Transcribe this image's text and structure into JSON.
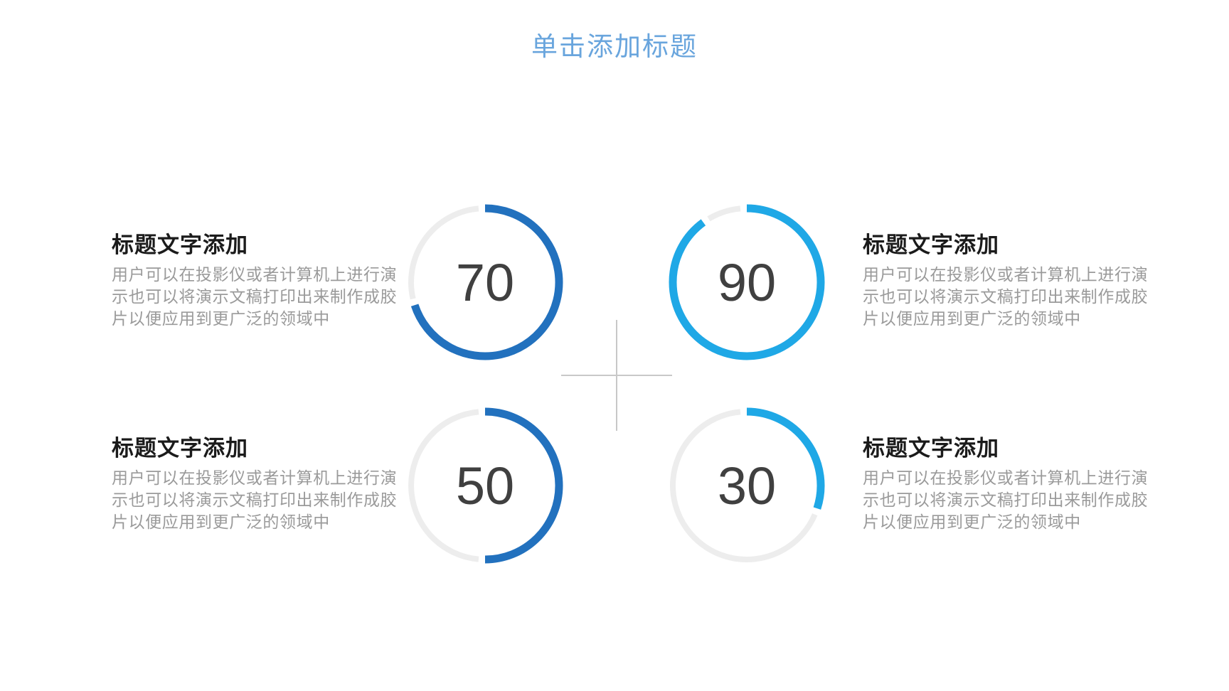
{
  "slide": {
    "title": "单击添加标题"
  },
  "colors": {
    "title_blue": "#69a5dd",
    "dark_blue": "#2271be",
    "cyan": "#1fa8e6",
    "track": "#ededed",
    "number_gray": "#404040",
    "heading_dark": "#1b1b1b",
    "body_gray": "#9a9a9a",
    "cross_gray": "#c8c8c8"
  },
  "ring": {
    "gap_degrees": 5,
    "start_angle": "top",
    "direction": "clockwise"
  },
  "items": [
    {
      "value": 70,
      "ring_color": "dark_blue",
      "heading": "标题文字添加",
      "body_lines": [
        "用户可以在投影仪或者计算机上进行演",
        "示也可以将演示文稿打印出来制作成胶",
        "片以便应用到更广泛的领域中"
      ]
    },
    {
      "value": 90,
      "ring_color": "cyan",
      "heading": "标题文字添加",
      "body_lines": [
        "用户可以在投影仪或者计算机上进行演",
        "示也可以将演示文稿打印出来制作成胶",
        "片以便应用到更广泛的领域中"
      ]
    },
    {
      "value": 50,
      "ring_color": "dark_blue",
      "heading": "标题文字添加",
      "body_lines": [
        "用户可以在投影仪或者计算机上进行演",
        "示也可以将演示文稿打印出来制作成胶",
        "片以便应用到更广泛的领域中"
      ]
    },
    {
      "value": 30,
      "ring_color": "cyan",
      "heading": "标题文字添加",
      "body_lines": [
        "用户可以在投影仪或者计算机上进行演",
        "示也可以将演示文稿打印出来制作成胶",
        "片以便应用到更广泛的领域中"
      ]
    }
  ]
}
